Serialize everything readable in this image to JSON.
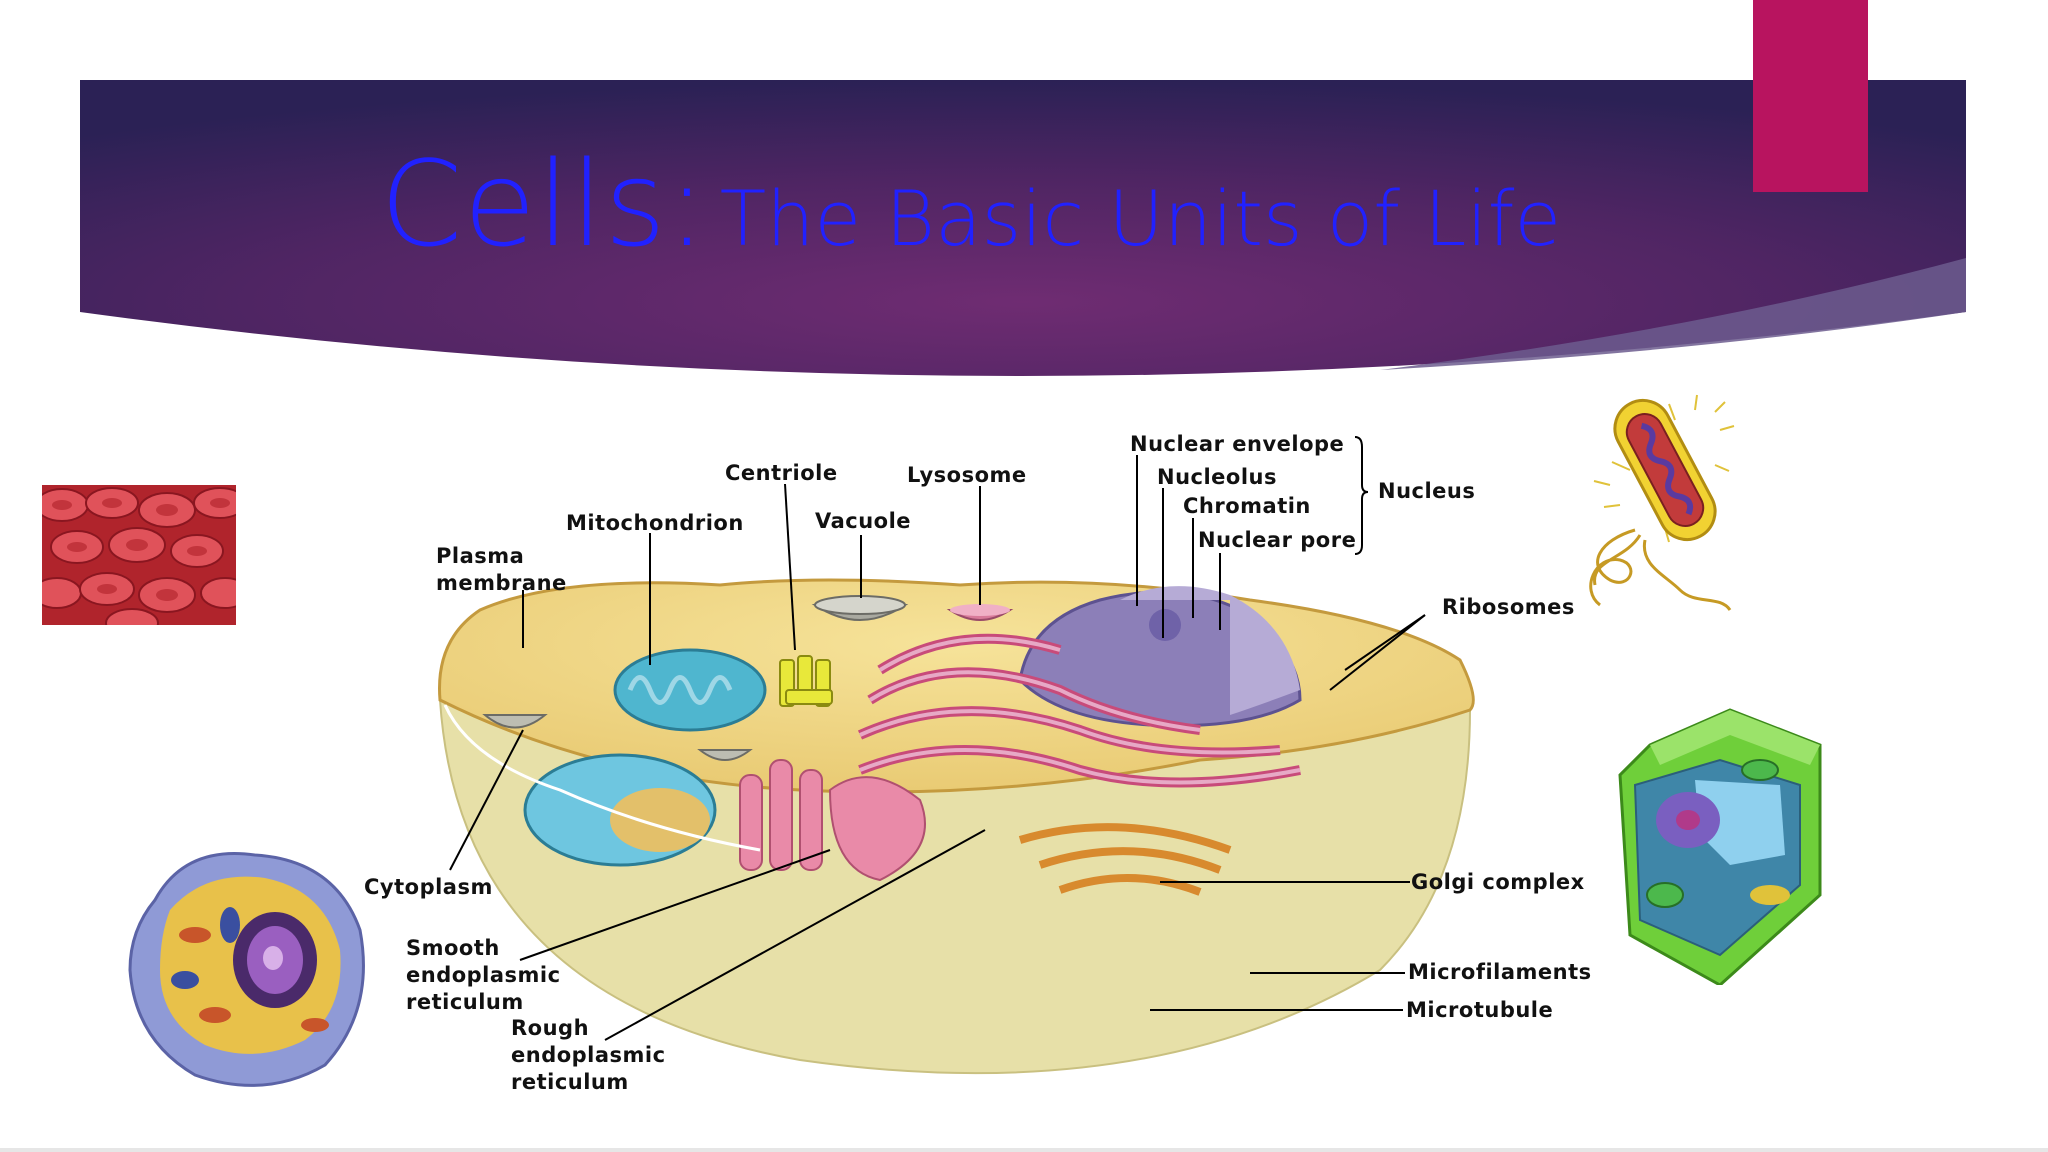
{
  "slide": {
    "title_main": "Cells:",
    "title_sub": "The Basic Units of Life",
    "accent_color": "#b8145f",
    "title_color": "#2121ff"
  },
  "diagram": {
    "labels": {
      "centriole": "Centriole",
      "lysosome": "Lysosome",
      "mitochondrion": "Mitochondrion",
      "vacuole": "Vacuole",
      "plasma_membrane": [
        "Plasma",
        "membrane"
      ],
      "nuclear_envelope": "Nuclear envelope",
      "nucleolus": "Nucleolus",
      "chromatin": "Chromatin",
      "nuclear_pore": "Nuclear pore",
      "nucleus": "Nucleus",
      "ribosomes": "Ribosomes",
      "cytoplasm": "Cytoplasm",
      "smooth_er": [
        "Smooth",
        "endoplasmic",
        "reticulum"
      ],
      "rough_er": [
        "Rough",
        "endoplasmic",
        "reticulum"
      ],
      "golgi": "Golgi complex",
      "microfilaments": "Microfilaments",
      "microtubule": "Microtubule"
    }
  },
  "images": {
    "red_blood_cells": "red-blood-cells",
    "bacterium": "bacterium",
    "plant_cell": "plant-cell",
    "animal_cell": "animal-cell"
  }
}
